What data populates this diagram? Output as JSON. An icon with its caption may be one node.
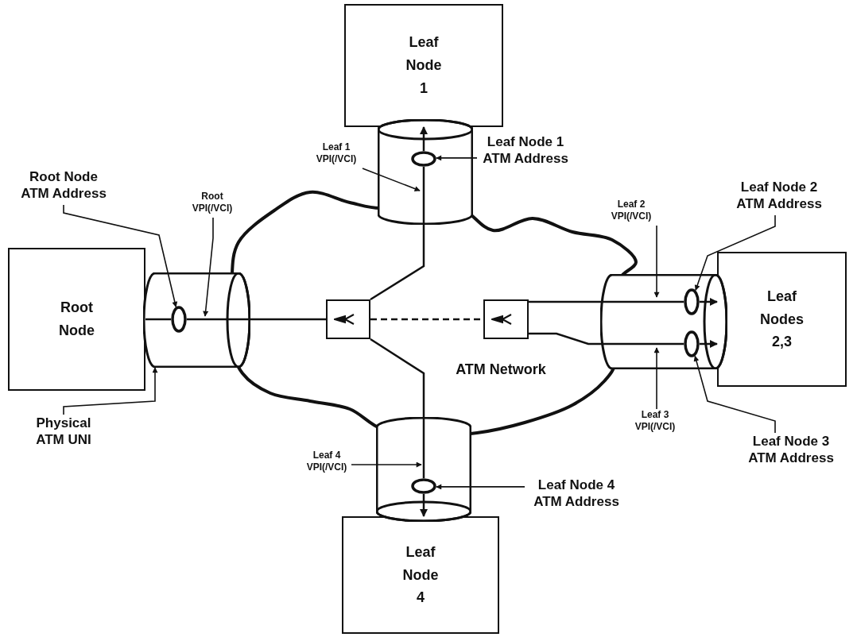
{
  "diagram": {
    "nodes": [
      {
        "text": [
          "Leaf Node 1"
        ]
      },
      {
        "text": [],
        "shape": "cylinder"
      },
      {
        "text": [],
        "shape": "circle",
        "in": 1
      },
      {
        "text": [
          "Leaf Node 1 ATM Address"
        ]
      },
      {
        "text": [
          "Leaf 1 VPI(/VCI)"
        ]
      },
      {
        "text": [
          "Root Node ATM Address"
        ]
      },
      {
        "text": [
          "Root VPI(/VCI)"
        ]
      },
      {
        "text": [
          "Leaf 2 VPI(/VCI)"
        ]
      },
      {
        "text": [
          "Leaf Node 2 ATM Address"
        ]
      },
      {
        "text": [
          "Root Node"
        ]
      },
      {
        "text": [],
        "shape": "cylinder"
      },
      {
        "text": [],
        "shape": "circle",
        "in": 10
      },
      {
        "text": [
          "ATM Network"
        ]
      },
      {
        "text": [],
        "shape": "box",
        "in": 12
      },
      {
        "text": [],
        "shape": "box",
        "in": 12
      },
      {
        "text": [],
        "shape": "cylinder"
      },
      {
        "text": [],
        "shape": "circle",
        "in": 15
      },
      {
        "text": [],
        "shape": "circle",
        "in": 15
      },
      {
        "text": [
          "Leaf Nodes 2,3"
        ]
      },
      {
        "text": [
          "Physical ATM UNI"
        ]
      },
      {
        "text": [],
        "shape": "cylinder"
      },
      {
        "text": [],
        "shape": "circle",
        "in": 20
      },
      {
        "text": [
          "Leaf 4 VPI(/VCI)"
        ]
      },
      {
        "text": [
          "Leaf 3 VPI(/VCI)"
        ]
      },
      {
        "text": [
          "Leaf Node 3 ATM Address"
        ]
      },
      {
        "text": [
          "Leaf Node 4 ATM Address"
        ]
      },
      {
        "text": [
          "Leaf Node 4"
        ]
      }
    ],
    "edges": [
      {
        "from": 9,
        "to": 11,
        "arrow": "none"
      },
      {
        "from": 11,
        "to": 13,
        "arrow": "none"
      },
      {
        "from": 13,
        "to": 2,
        "arrow": "none"
      },
      {
        "from": 2,
        "to": 0,
        "arrow": "to"
      },
      {
        "from": 13,
        "to": 21,
        "arrow": "none"
      },
      {
        "from": 21,
        "to": 26,
        "arrow": "to"
      },
      {
        "from": 13,
        "to": 14,
        "arrow": "none",
        "style": "dashed"
      },
      {
        "from": 14,
        "to": 16,
        "arrow": "none"
      },
      {
        "from": 16,
        "to": 18,
        "arrow": "to"
      },
      {
        "from": 14,
        "to": 17,
        "arrow": "none"
      },
      {
        "from": 17,
        "to": 18,
        "arrow": "to"
      },
      {
        "from": 5,
        "to": 11,
        "arrow": "to"
      },
      {
        "from": 6,
        "to": 10,
        "arrow": "to"
      },
      {
        "from": 19,
        "to": 10,
        "arrow": "to"
      },
      {
        "from": 4,
        "to": 1,
        "arrow": "to"
      },
      {
        "from": 3,
        "to": 2,
        "arrow": "to"
      },
      {
        "from": 7,
        "to": 15,
        "arrow": "to"
      },
      {
        "from": 8,
        "to": 16,
        "arrow": "to"
      },
      {
        "from": 23,
        "to": 15,
        "arrow": "to"
      },
      {
        "from": 24,
        "to": 17,
        "arrow": "to"
      },
      {
        "from": 22,
        "to": 20,
        "arrow": "to"
      },
      {
        "from": 25,
        "to": 21,
        "arrow": "to"
      }
    ]
  }
}
